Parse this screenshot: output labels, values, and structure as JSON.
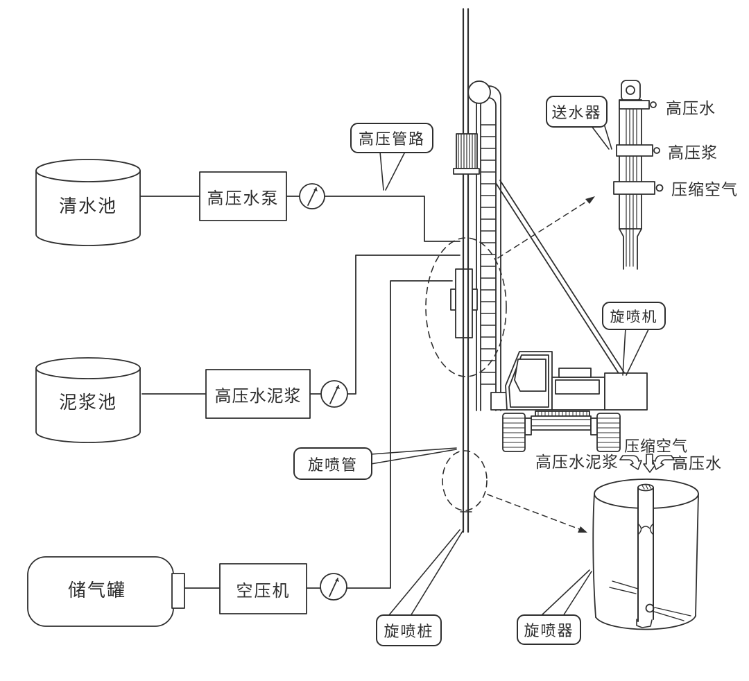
{
  "labels": {
    "tank_water": "清水池",
    "tank_slurry": "泥浆池",
    "tank_air": "储气罐",
    "unit_water_pump": "高压水泵",
    "unit_slurry_pump": "高压水泥浆",
    "unit_compressor": "空压机",
    "callout_pipeline": "高压管路",
    "callout_jet_pipe": "旋喷管",
    "callout_jet_pile": "旋喷桩",
    "callout_jet_machine": "旋喷机",
    "callout_water_feeder": "送水器",
    "callout_jet_nozzle": "旋喷器",
    "port_hp_water": "高压水",
    "port_hp_slurry": "高压浆",
    "port_compressed_air": "压缩空气",
    "in_hp_slurry": "高压水泥浆",
    "in_compressed_air": "压缩空气",
    "in_hp_water": "高压水"
  },
  "icons": {
    "gauge": "pressure-gauge-icon",
    "arrow_down": "flow-down-arrow"
  },
  "colors": {
    "ink": "#2e2e2e",
    "background": "#ffffff"
  }
}
